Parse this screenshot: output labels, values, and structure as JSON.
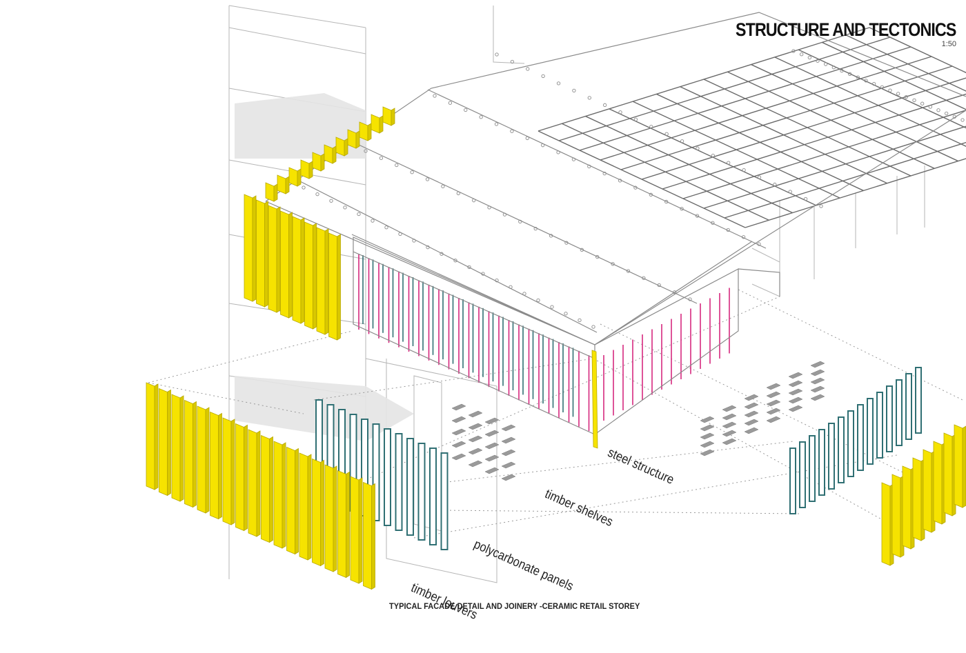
{
  "header": {
    "title": "STRUCTURE AND TECTONICS",
    "scale": "1:50"
  },
  "labels": {
    "steel": "steel structure",
    "shelves": "timber shelves",
    "polycarbonate": "polycarbonate panels",
    "louvers": "timber louvers"
  },
  "caption": "TYPICAL FACADE DETAIL AND JOINERY -CERAMIC RETAIL STOREY",
  "colors": {
    "timber": "#f6e300",
    "polycarbonate": "#2f6f73",
    "steel": "#d6287e",
    "line": "#8a8a8a",
    "shadow": "#e4e4e4",
    "shelf": "#9a9a9a"
  }
}
